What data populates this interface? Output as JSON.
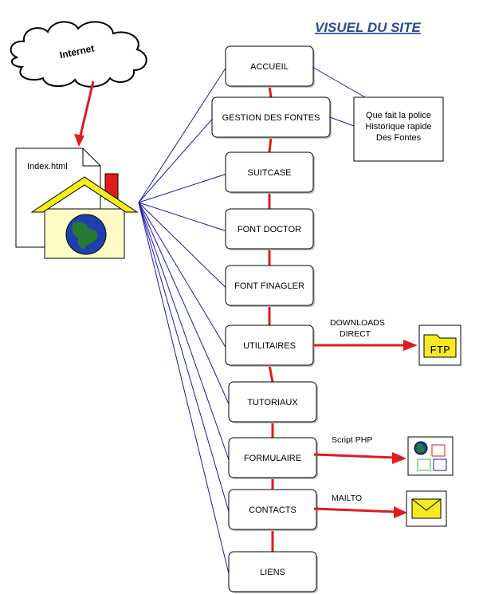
{
  "title": "VISUEL DU SITE",
  "internet_label": "Internet",
  "index_label": "Index.html",
  "pages": [
    {
      "label": "ACCUEIL"
    },
    {
      "label": "GESTION DES FONTES"
    },
    {
      "label": "SUITCASE"
    },
    {
      "label": "FONT DOCTOR"
    },
    {
      "label": "FONT FINAGLER"
    },
    {
      "label": "UTILITAIRES"
    },
    {
      "label": "TUTORIAUX"
    },
    {
      "label": "FORMULAIRE"
    },
    {
      "label": "CONTACTS"
    },
    {
      "label": "LIENS"
    }
  ],
  "info_box": {
    "lines": [
      "Que fait la police",
      "Historique rapide",
      "Des Fontes"
    ]
  },
  "annotations": {
    "downloads_line1": "DOWNLOADS",
    "downloads_line2": "DIRECT",
    "ftp_label": "FTP",
    "script_php": "Script PHP",
    "mailto": "MAILTO"
  },
  "colors": {
    "blue_line": "#1a1aa8",
    "red_link": "#e11b1b",
    "title": "#2e4a8b",
    "house_roof": "#f5ef1a",
    "house_wall": "#fdfbc6",
    "chimney": "#e11b1b",
    "globe_green": "#2e8b3a",
    "globe_blue": "#1f3fae",
    "ftp_folder": "#f5ea1f",
    "envelope": "#f5ea1f"
  }
}
